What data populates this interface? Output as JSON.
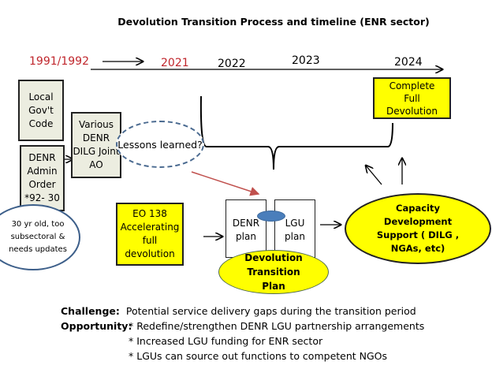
{
  "title": "Devolution Transition Process and timeline (ENR sector)",
  "timeline": {
    "y1991": "1991/1992",
    "y2021": "2021",
    "y2022": "2022",
    "y2023": "2023",
    "y2024": "2024"
  },
  "boxes": {
    "local_code": "Local Gov't Code",
    "denr_admin": "DENR Admin Order *92- 30",
    "joint_ao": "Various DENR DILG Joint AO",
    "lessons": "Lessons learned?",
    "old_note": "30 yr old, too subsectoral & needs updates",
    "eo138": "EO 138 Accelerating full devolution",
    "denr_plan": "DENR plan",
    "lgu_plan": "LGU plan",
    "transition_plan": "Devolution Transition Plan",
    "capacity": "Capacity Development Support ( DILG , NGAs, etc)",
    "complete": "Complete Full Devolution"
  },
  "notes": {
    "challenge_label": "Challenge:",
    "challenge_text": "Potential service delivery gaps during the transition period",
    "opportunity_label": "Opportunity:",
    "opportunities": [
      "* Redefine/strengthen DENR LGU partnership arrangements",
      "* Increased LGU funding for ENR sector",
      "* LGUs can source out functions to competent NGOs"
    ]
  },
  "colors": {
    "red": "#c0262c",
    "yellow": "#ffff00",
    "gray": "#ecede0",
    "blue": "#4a7ebb"
  }
}
